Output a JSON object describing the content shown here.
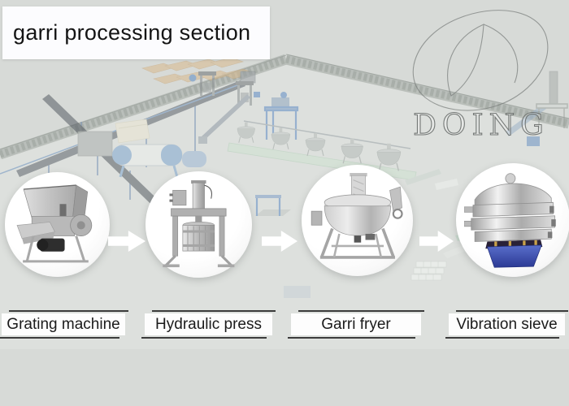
{
  "title": "garri processing section",
  "watermark": {
    "brand": "DOING"
  },
  "steps": [
    {
      "name": "Grating machine"
    },
    {
      "name": "Hydraulic press"
    },
    {
      "name": "Garri fryer"
    },
    {
      "name": "Vibration sieve"
    }
  ],
  "flow": {
    "arrow_count": 3,
    "direction": "left-to-right",
    "arrow_color": "#ffffff"
  },
  "colors": {
    "page_bg": "#d7dad7",
    "banner_bg": "#fcfcfe",
    "banner_text": "#141414",
    "label_bg": "#fdfdfd",
    "label_border": "#3b3b3b",
    "label_text": "#1b1b1b",
    "sieve_base_blue": "#3647a8",
    "machinery_blue": "#5f8cc4",
    "watermark_gray": "#6a6e6c"
  }
}
